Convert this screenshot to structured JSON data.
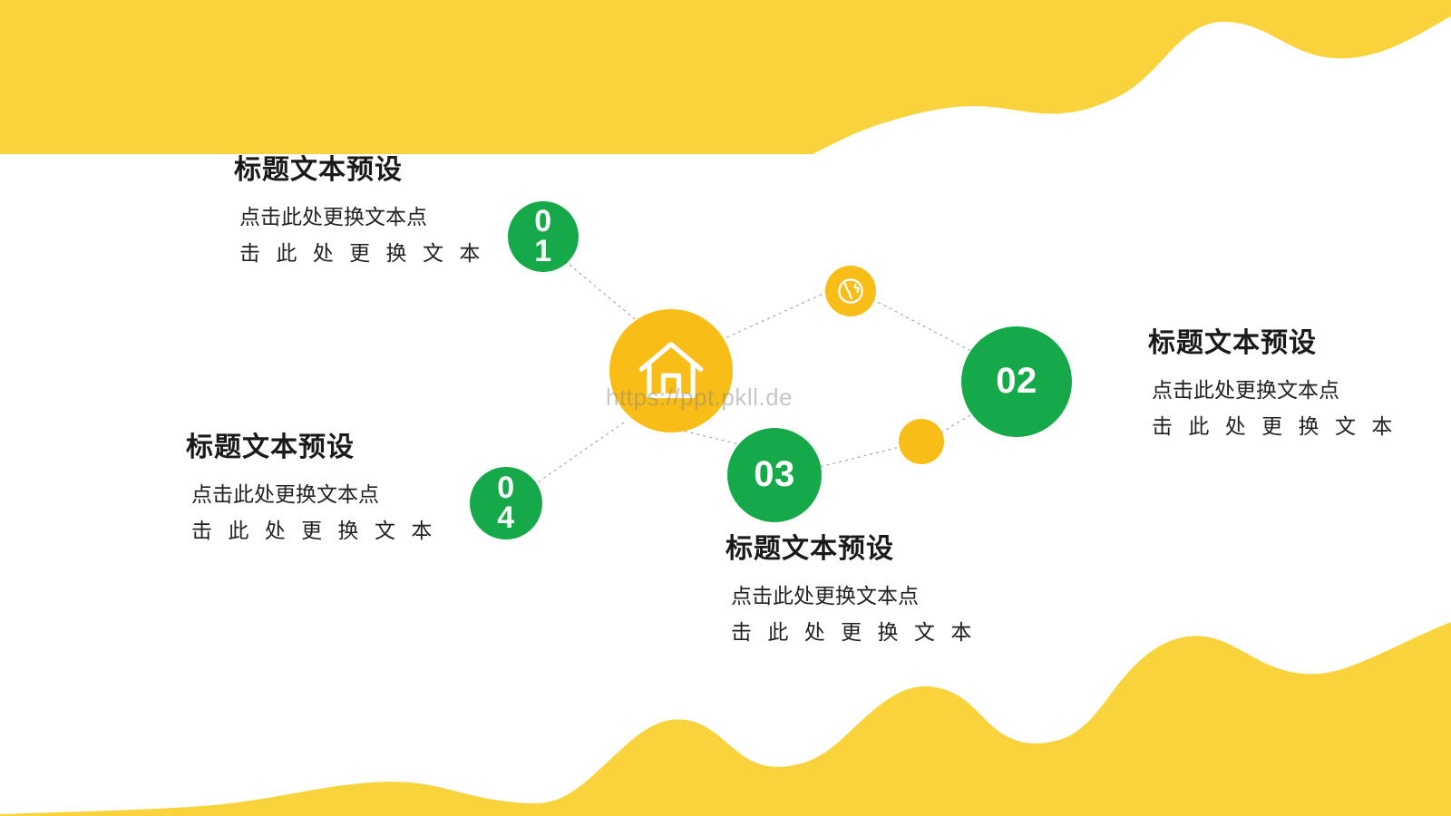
{
  "slide": {
    "background_color": "#FFFFFF",
    "wave_color": "#F8D33C",
    "accent_yellow": "#F9BD17",
    "accent_green": "#16A94A",
    "watermark": "https://ppt.pkll.de"
  },
  "center_node": {
    "icon": "house-icon",
    "color": "#F9BD17"
  },
  "decor_nodes": [
    {
      "name": "globe-node",
      "icon": "globe-icon",
      "color": "#F9BD17"
    },
    {
      "name": "dot-node",
      "icon": "",
      "color": "#F9BD17"
    }
  ],
  "nodes": [
    {
      "number": "01",
      "digits": [
        "0",
        "1"
      ],
      "layout": "stacked",
      "color": "#16A94A"
    },
    {
      "number": "02",
      "digits": [
        "0",
        "2"
      ],
      "layout": "inline",
      "color": "#16A94A"
    },
    {
      "number": "03",
      "digits": [
        "0",
        "3"
      ],
      "layout": "inline",
      "color": "#16A94A"
    },
    {
      "number": "04",
      "digits": [
        "0",
        "4"
      ],
      "layout": "stacked",
      "color": "#16A94A"
    }
  ],
  "blocks": [
    {
      "id": "01",
      "title": "标题文本预设",
      "body_line1": "点击此处更换文本点",
      "body_line2": "击 此 处 更 换 文 本"
    },
    {
      "id": "02",
      "title": "标题文本预设",
      "body_line1": "点击此处更换文本点",
      "body_line2": "击 此 处 更 换 文 本"
    },
    {
      "id": "03",
      "title": "标题文本预设",
      "body_line1": "点击此处更换文本点",
      "body_line2": "击 此 处 更 换 文 本"
    },
    {
      "id": "04",
      "title": "标题文本预设",
      "body_line1": "点击此处更换文本点",
      "body_line2": "击 此 处 更 换 文 本"
    }
  ]
}
